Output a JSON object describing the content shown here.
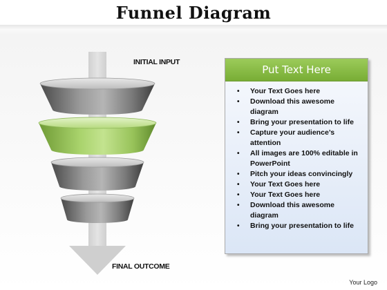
{
  "title": "Funnel Diagram",
  "labels": {
    "initial_input": "INITIAL INPUT",
    "final_outcome": "FINAL OUTCOME"
  },
  "textbox": {
    "header": "Put Text Here",
    "bullets": [
      "Your Text Goes here",
      "Download this awesome diagram",
      "Bring your presentation to life",
      "Capture your audience’s attention",
      "All images are 100% editable in PowerPoint",
      "Pitch your ideas convincingly",
      "Your Text Goes here",
      "Your Text Goes here",
      "Download this awesome diagram",
      "Bring your presentation to life"
    ]
  },
  "logo": "Your Logo",
  "colors": {
    "highlight_green": "#8fc24a",
    "ring_gray": "#6e6e6e",
    "header_green": "#8bbd4d"
  }
}
